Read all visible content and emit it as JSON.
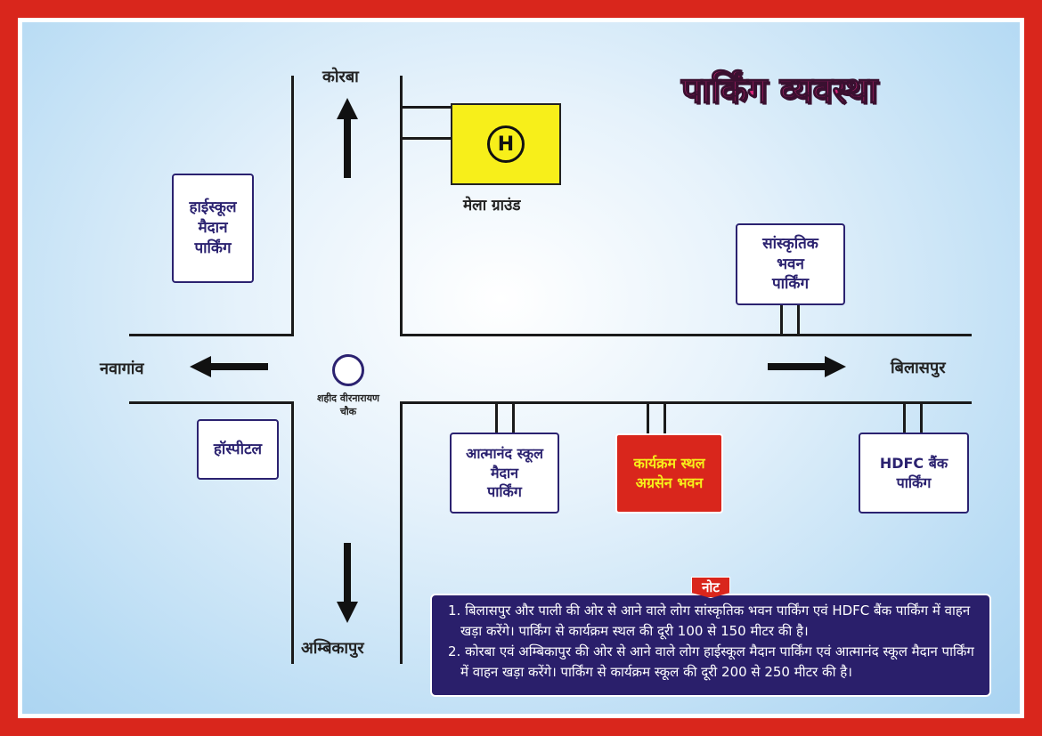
{
  "title": "पार्किंग व्यवस्था",
  "directions": {
    "north": "कोरबा",
    "west": "नवागांव",
    "east": "बिलासपुर",
    "south": "अम्बिकापुर"
  },
  "chowk": "शहीद वीरनारायण\nचौक",
  "helipad": {
    "symbol": "H",
    "label": "मेला ग्राउंड"
  },
  "places": {
    "highschool": "हाईस्कूल\nमैदान\nपार्किंग",
    "hospital": "हॉस्पीटल",
    "sanskritik": "सांस्कृतिक\nभवन\nपार्किंग",
    "atmanand": "आत्मानंद स्कूल\nमैदान\nपार्किंग",
    "venue": "कार्यक्रम स्थल\nअग्रसेन भवन",
    "hdfc": "HDFC बैंक\nपार्किंग"
  },
  "note": {
    "tag": "नोट",
    "items": [
      "1. बिलासपुर और पाली की ओर से आने वाले लोग सांस्कृतिक भवन पार्किंग एवं HDFC बैंक पार्किंग में वाहन खड़ा करेंगे। पार्किंग से कार्यक्रम स्थल की दूरी 100 से 150 मीटर की है।",
      "2. कोरबा एवं अम्बिकापुर की ओर से आने वाले लोग हाईस्कूल मैदान पार्किंग एवं आत्मानंद स्कूल मैदान पार्किंग में वाहन खड़ा करेंगे। पार्किंग से कार्यक्रम स्कूल की दूरी 200 से 250 मीटर की है।"
    ]
  },
  "colors": {
    "border": "#d9261c",
    "navy": "#2b2270",
    "helipad": "#f7ef1a",
    "venue": "#d9261c",
    "venue_text": "#f7ef1a"
  }
}
